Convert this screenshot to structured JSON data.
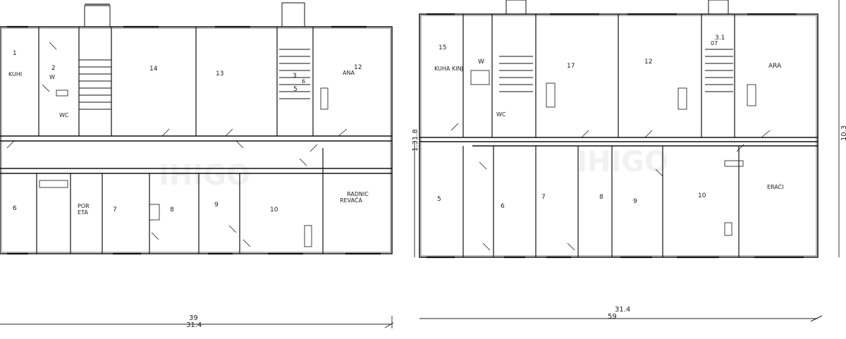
{
  "watermark": "IHIGO",
  "left_plan": {
    "rooms_top": [
      {
        "id": "l-t-1",
        "label": "1",
        "sub": "KUHI"
      },
      {
        "id": "l-t-2",
        "label": "2",
        "sub": "W"
      },
      {
        "id": "l-t-3",
        "label": "14",
        "sub": ""
      },
      {
        "id": "l-t-4",
        "label": "13",
        "sub": ""
      },
      {
        "id": "l-t-5",
        "label": "3",
        "sub": "6"
      },
      {
        "id": "l-t-6",
        "label": "12",
        "sub": "ANA"
      }
    ],
    "rooms_bottom": [
      {
        "id": "l-b-1",
        "label": "6",
        "sub": ""
      },
      {
        "id": "l-b-2",
        "label": "POR",
        "sub": "ETA"
      },
      {
        "id": "l-b-3",
        "label": "7",
        "sub": ""
      },
      {
        "id": "l-b-4",
        "label": "8",
        "sub": ""
      },
      {
        "id": "l-b-5",
        "label": "9",
        "sub": ""
      },
      {
        "id": "l-b-6",
        "label": "10",
        "sub": ""
      },
      {
        "id": "l-b-7",
        "label": "RADNIC",
        "sub": "REVAČA"
      }
    ],
    "stair_label": "5",
    "wc_label": "WC",
    "dim_top": "39",
    "dim_bottom": "31.4"
  },
  "right_plan": {
    "rooms_top": [
      {
        "id": "r-t-1",
        "label": "15",
        "sub": "KUHA KINJ"
      },
      {
        "id": "r-t-2",
        "label": "W",
        "sub": ""
      },
      {
        "id": "r-t-3",
        "label": "17",
        "sub": ""
      },
      {
        "id": "r-t-4",
        "label": "12",
        "sub": ""
      },
      {
        "id": "r-t-5",
        "label": "3.1",
        "sub": "07"
      },
      {
        "id": "r-t-6",
        "label": "ARA",
        "sub": ""
      }
    ],
    "rooms_bottom": [
      {
        "id": "r-b-1",
        "label": "5",
        "sub": ""
      },
      {
        "id": "r-b-2",
        "label": "6",
        "sub": ""
      },
      {
        "id": "r-b-3",
        "label": "7",
        "sub": ""
      },
      {
        "id": "r-b-4",
        "label": "8",
        "sub": ""
      },
      {
        "id": "r-b-5",
        "label": "9",
        "sub": ""
      },
      {
        "id": "r-b-6",
        "label": "10",
        "sub": ""
      },
      {
        "id": "r-b-7",
        "label": "ERAĆI",
        "sub": ""
      }
    ],
    "wc_label": "WC",
    "dim_left": "1.31.8",
    "dim_right": "10.3",
    "dim_top": "31.4",
    "dim_bottom": "59"
  },
  "colors": {
    "line": "#111111",
    "light": "#555555"
  }
}
